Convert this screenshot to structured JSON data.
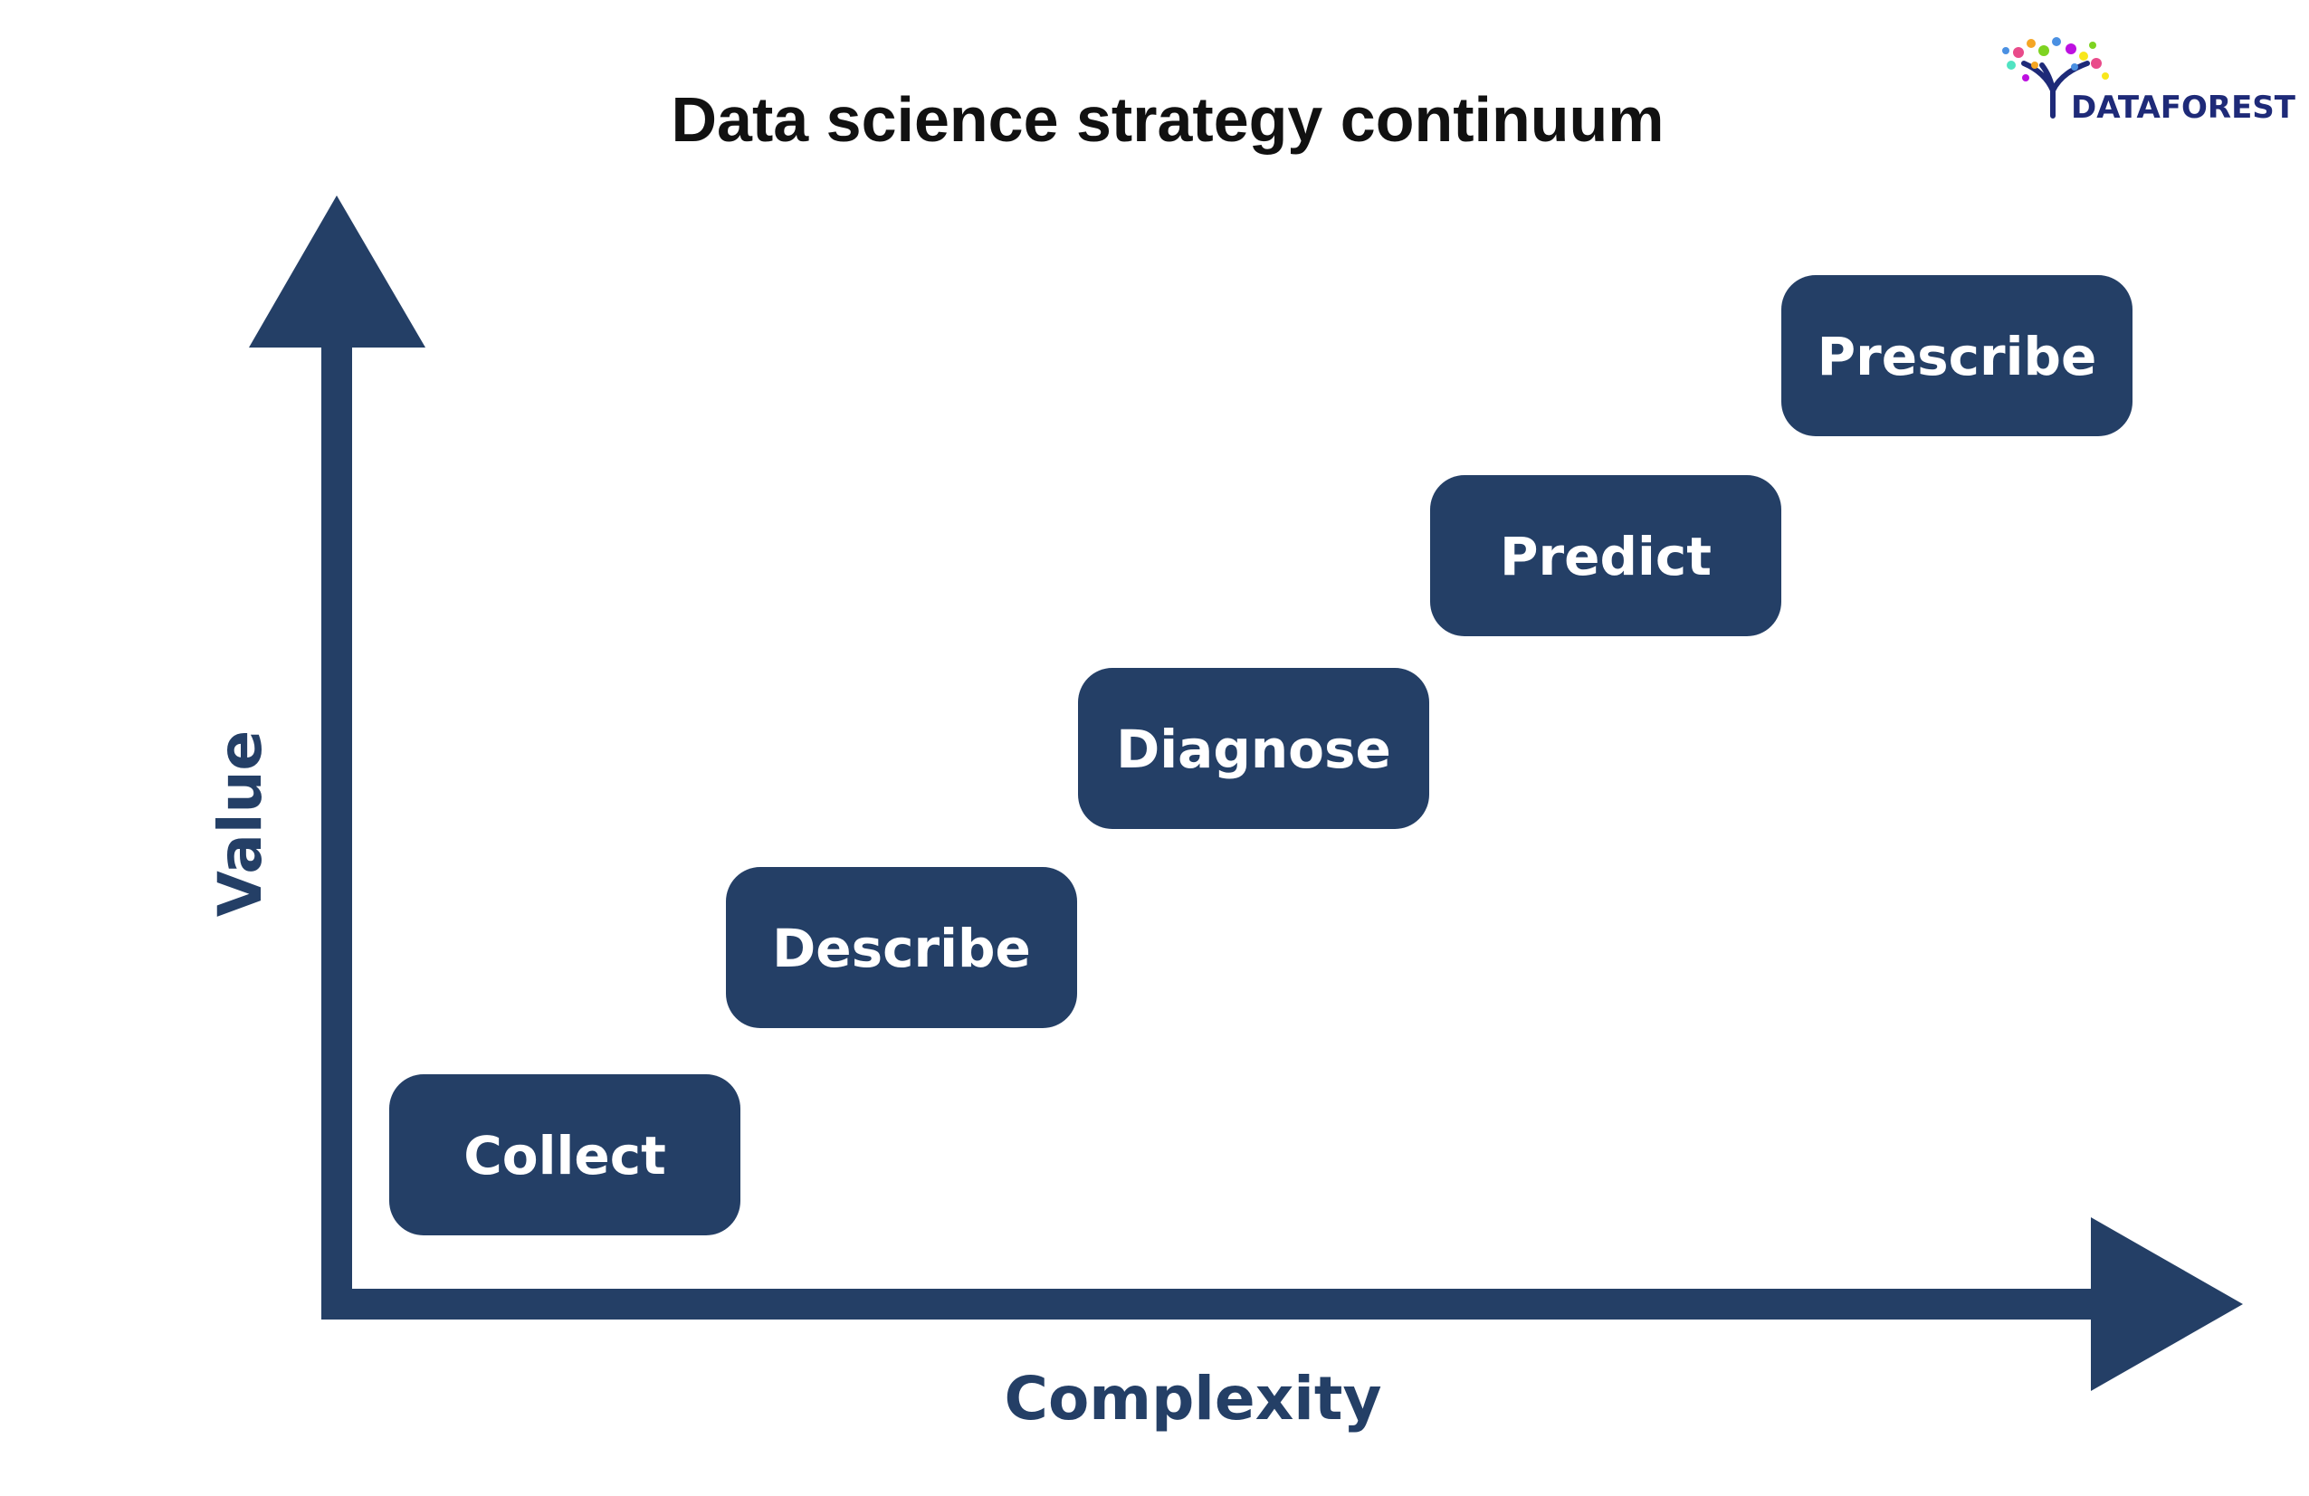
{
  "title": "Data science strategy continuum",
  "logo": {
    "text": "DATAFOREST"
  },
  "axes": {
    "y_label": "Value",
    "x_label": "Complexity"
  },
  "steps": [
    {
      "label": "Collect"
    },
    {
      "label": "Describe"
    },
    {
      "label": "Diagnose"
    },
    {
      "label": "Predict"
    },
    {
      "label": "Prescribe"
    }
  ],
  "colors": {
    "primary": "#243F66",
    "title_text": "#111111",
    "logo_text": "#1E2A78",
    "background": "#FFFFFF"
  }
}
